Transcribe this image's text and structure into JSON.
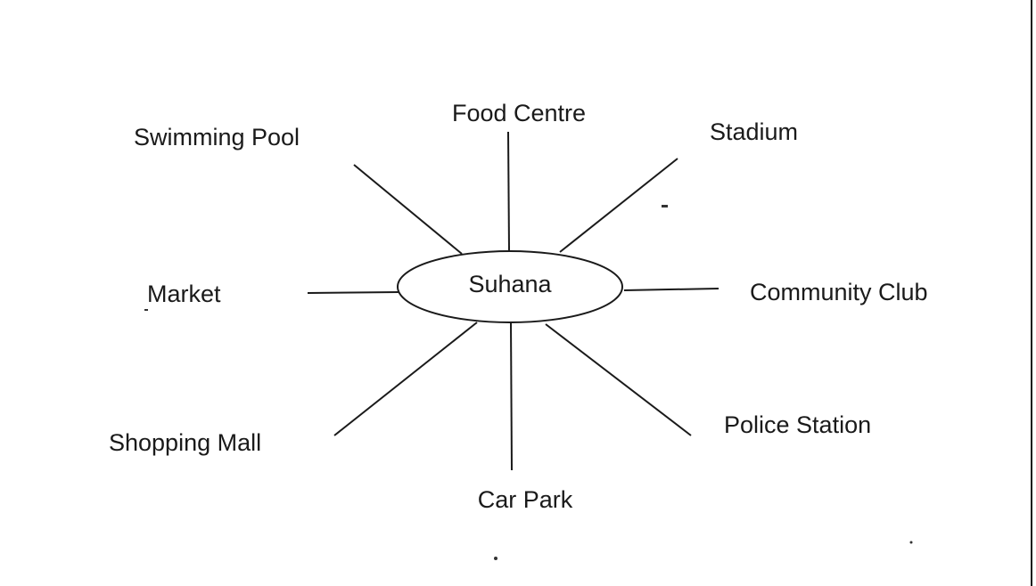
{
  "diagram": {
    "center": "Suhana",
    "nodes": [
      "Food Centre",
      "Stadium",
      "Community Club",
      "Police Station",
      "Car Park",
      "Shopping Mall",
      "Market",
      "Swimming Pool"
    ]
  },
  "colors": {
    "ink": "#1a1a1a",
    "background": "#ffffff"
  }
}
